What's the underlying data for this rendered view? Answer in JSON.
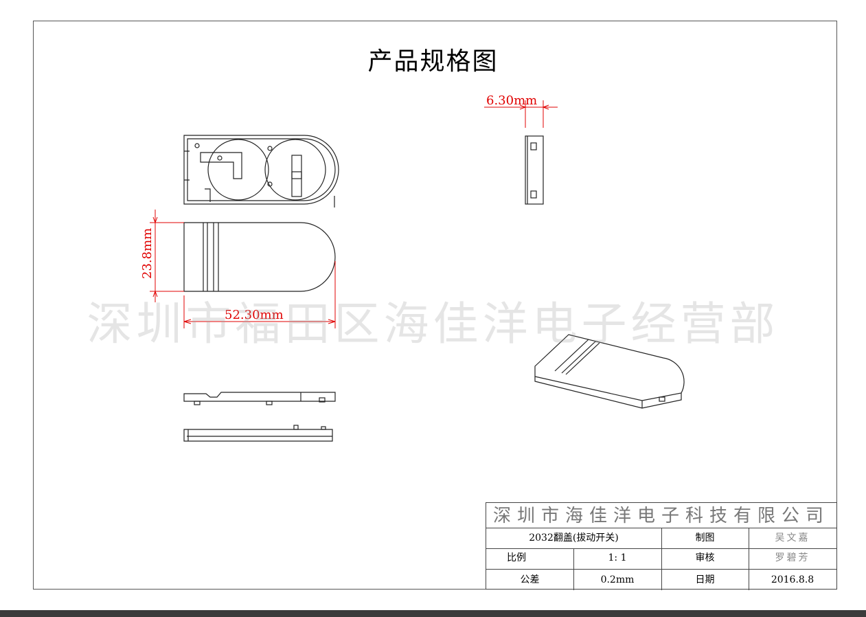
{
  "title": "产品规格图",
  "watermark": "深圳市福田区海佳洋电子经营部",
  "dimensions": {
    "thickness": "6.30mm",
    "width": "23.8mm",
    "length": "52.30mm"
  },
  "title_block": {
    "company": "深圳市海佳洋电子科技有限公司",
    "product": "2032翻盖(拔动开关)",
    "drawn_label": "制图",
    "drawn_by": "吴文嘉",
    "scale_label": "比例",
    "scale_value": "1: 1",
    "review_label": "审核",
    "reviewed_by": "罗碧芳",
    "tolerance_label": "公差",
    "tolerance_value": "0.2mm",
    "date_label": "日期",
    "date_value": "2016.8.8"
  },
  "colors": {
    "dimension": "#e00000",
    "line": "#222222"
  }
}
